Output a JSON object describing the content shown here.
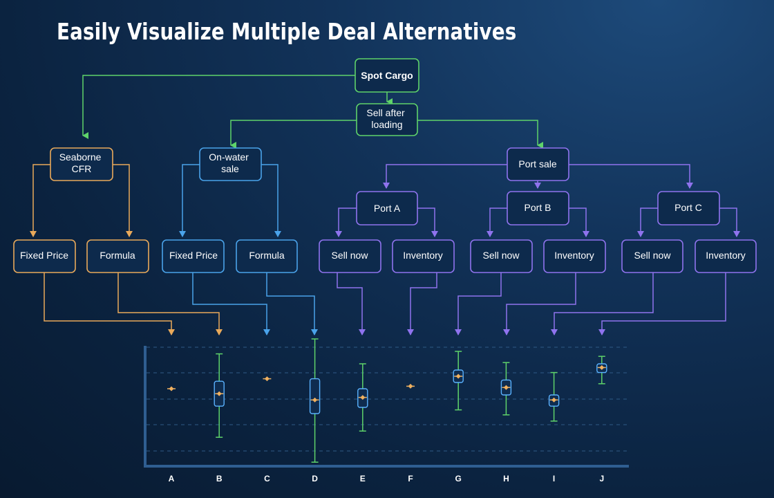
{
  "title": "Easily Visualize Multiple Deal Alternatives",
  "colors": {
    "green": "#5fd36a",
    "orange": "#e9a95a",
    "blue": "#4aa3ea",
    "purple": "#8f73ee",
    "marker": "#f0b160",
    "box_stroke": "#5ab2ff",
    "axis": "#2f5e91"
  },
  "nodes": {
    "spot_cargo": "Spot Cargo",
    "sell_after_loading": "Sell after loading",
    "seaborne_cfr": "Seaborne CFR",
    "on_water_sale": "On-water sale",
    "port_sale": "Port sale",
    "port_a": "Port A",
    "port_b": "Port B",
    "port_c": "Port C",
    "leaves": [
      "Fixed Price",
      "Formula",
      "Fixed Price",
      "Formula",
      "Sell now",
      "Inventory",
      "Sell now",
      "Inventory",
      "Sell now",
      "Inventory"
    ]
  },
  "chart_data": {
    "type": "box",
    "categories": [
      "A",
      "B",
      "C",
      "D",
      "E",
      "F",
      "G",
      "H",
      "I",
      "J"
    ],
    "ylim": [
      0,
      100
    ],
    "grid": true,
    "items": [
      {
        "category": "A",
        "median": 60
      },
      {
        "category": "B",
        "median": 56,
        "q1": 46,
        "q3": 66,
        "min": 21,
        "max": 88
      },
      {
        "category": "C",
        "median": 68
      },
      {
        "category": "D",
        "median": 51,
        "q1": 40,
        "q3": 68,
        "min": 1,
        "max": 100
      },
      {
        "category": "E",
        "median": 53,
        "q1": 45,
        "q3": 60,
        "min": 26,
        "max": 80
      },
      {
        "category": "F",
        "median": 62
      },
      {
        "category": "G",
        "median": 70,
        "q1": 65,
        "q3": 75,
        "min": 43,
        "max": 90
      },
      {
        "category": "H",
        "median": 61,
        "q1": 55,
        "q3": 67,
        "min": 39,
        "max": 81
      },
      {
        "category": "I",
        "median": 51,
        "q1": 46,
        "q3": 55,
        "min": 34,
        "max": 73
      },
      {
        "category": "J",
        "median": 77,
        "q1": 73,
        "q3": 80,
        "min": 64,
        "max": 86
      }
    ]
  }
}
